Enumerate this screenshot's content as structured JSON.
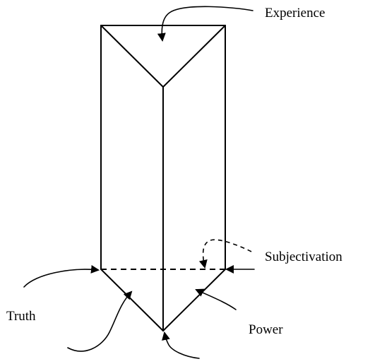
{
  "diagram": {
    "labels": {
      "experience": "Experience",
      "subjectivation": "Subjectivation",
      "truth": "Truth",
      "power": "Power"
    },
    "colors": {
      "stroke": "#000000",
      "background": "#ffffff"
    }
  }
}
